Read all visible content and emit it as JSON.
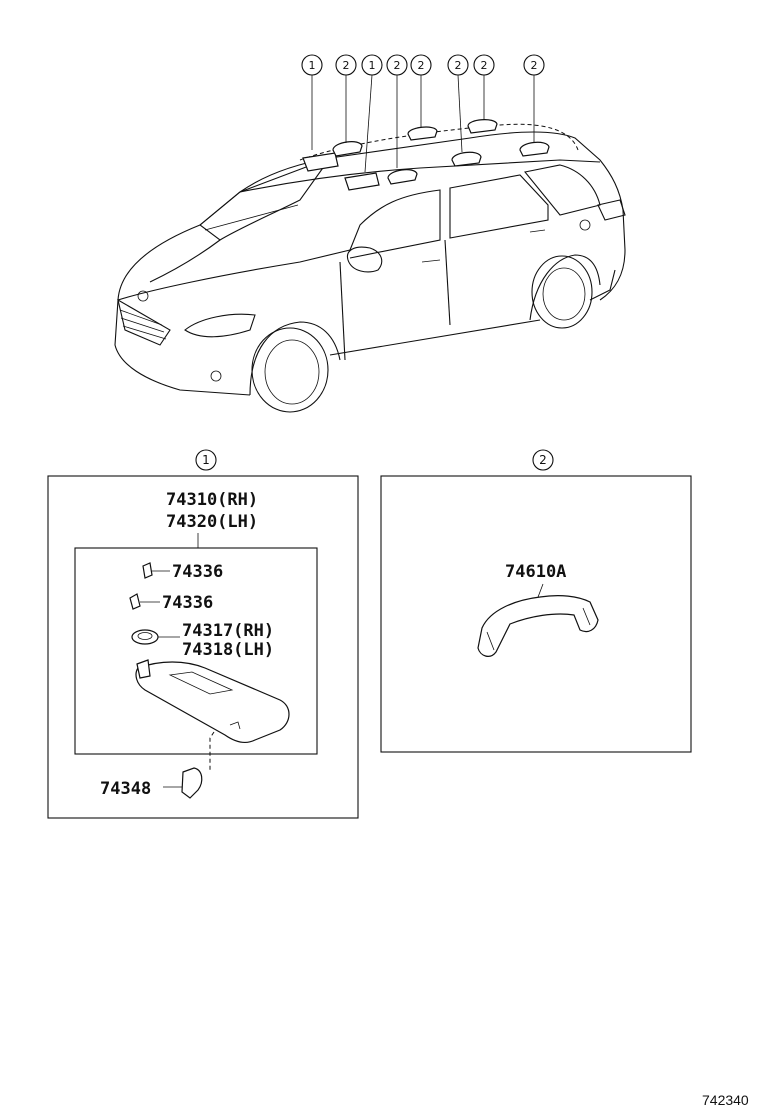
{
  "callouts": {
    "one": "1",
    "two": "2"
  },
  "section1": {
    "number": "1",
    "main_part_rh": "74310(RH)",
    "main_part_lh": "74320(LH)",
    "clip_a": "74336",
    "clip_b": "74336",
    "holder_rh": "74317(RH)",
    "holder_lh": "74318(LH)",
    "hook": "74348"
  },
  "section2": {
    "number": "2",
    "grip": "74610A"
  },
  "figure_ref": "742340"
}
